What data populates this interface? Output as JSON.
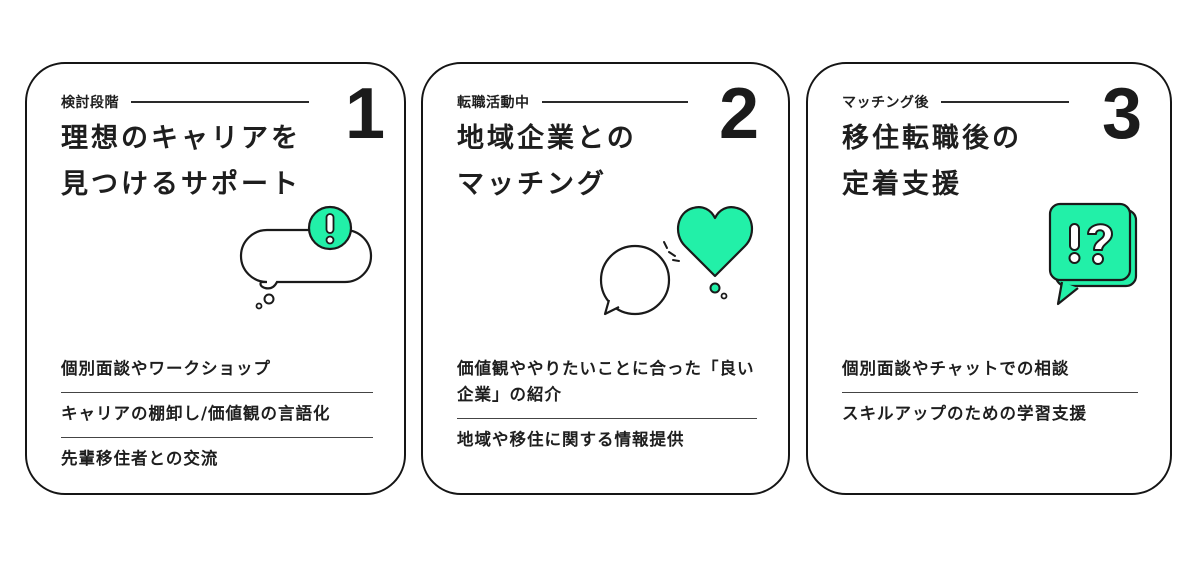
{
  "colors": {
    "accent": "#22f0a8",
    "stroke": "#1a1a1a",
    "text": "#1e1e1e"
  },
  "cards": [
    {
      "stage_label": "検討段階",
      "number": "1",
      "title": "理想のキャリアを\n見つけるサポート",
      "icon": "thought-bubble-exclamation-icon",
      "items": [
        "個別面談やワークショップ",
        "キャリアの棚卸し/価値観の言語化",
        "先輩移住者との交流"
      ]
    },
    {
      "stage_label": "転職活動中",
      "number": "2",
      "title": "地域企業との\nマッチング",
      "icon": "speech-bubble-heart-icon",
      "items": [
        "価値観ややりたいことに合った「良い企業」の紹介",
        "地域や移住に関する情報提供"
      ]
    },
    {
      "stage_label": "マッチング後",
      "number": "3",
      "title": "移住転職後の\n定着支援",
      "icon": "speech-bubble-question-icon",
      "items": [
        "個別面談やチャットでの相談",
        "スキルアップのための学習支援"
      ]
    }
  ]
}
